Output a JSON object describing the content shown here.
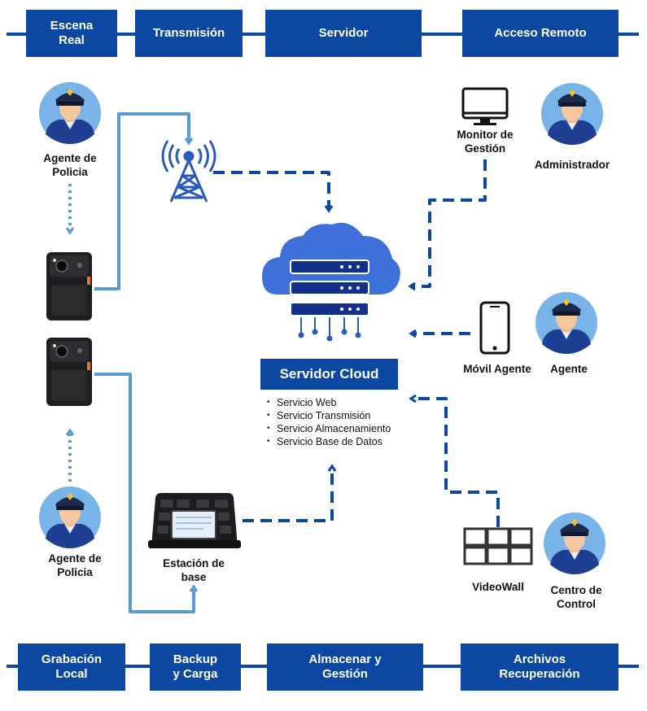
{
  "top_bar": [
    "Escena\nReal",
    "Transmisión",
    "Servidor",
    "Acceso Remoto"
  ],
  "bottom_bar": [
    "Grabación\nLocal",
    "Backup\ny Carga",
    "Almacenar y\nGestión",
    "Archivos\nRecuperación"
  ],
  "nodes": {
    "agent_top": "Agente de\nPolicia",
    "agent_bottom": "Agente de\nPolicia",
    "base_station": "Estación de\nbase",
    "monitor": "Monitor de\nGestión",
    "administrator": "Administrador",
    "mobile": "Móvil Agente",
    "agent_right": "Agente",
    "videowall": "VideoWall",
    "control_center": "Centro de\nControl"
  },
  "cloud": {
    "title": "Servidor Cloud",
    "services": [
      "Servicio Web",
      "Servicio Transmisión",
      "Servicio Almacenamiento",
      "Servicio Base de Datos"
    ]
  },
  "colors": {
    "primary": "#0c47a1",
    "light_line": "#5b9bd5",
    "cloud": "#3f6fd8",
    "officer_bg": "#79b4e8"
  }
}
